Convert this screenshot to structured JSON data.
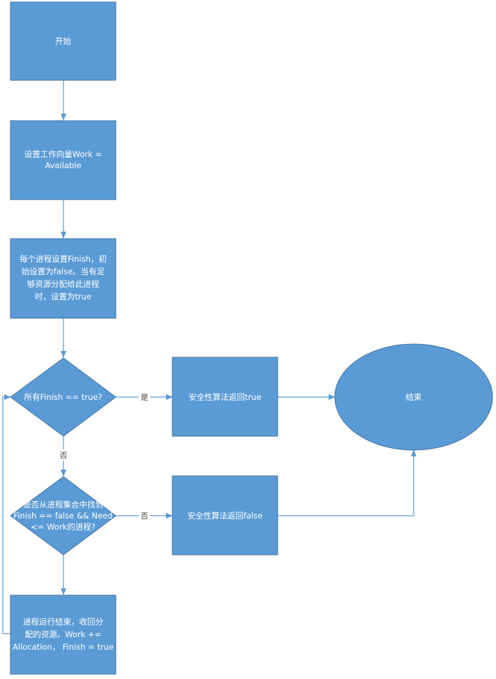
{
  "nodes": {
    "start": {
      "lines": [
        "开始"
      ]
    },
    "set_work": {
      "lines": [
        "设置工作向量Work =",
        "Available"
      ]
    },
    "set_finish": {
      "lines": [
        "每个进程设置Finish，初",
        "始设置为false。当有足",
        "够资源分配给此进程",
        "时，设置为true"
      ]
    },
    "check_all": {
      "lines": [
        "所有Finish == true?"
      ]
    },
    "return_true": {
      "lines": [
        "安全性算法返回true"
      ]
    },
    "end": {
      "lines": [
        "结束"
      ]
    },
    "find_process": {
      "lines": [
        "是否从进程集合中找到",
        "Finish == false && Need",
        "<= Work的进程?"
      ]
    },
    "return_false": {
      "lines": [
        "安全性算法返回false"
      ]
    },
    "reclaim": {
      "lines": [
        "进程运行结束，收回分",
        "配的资源。Work +=",
        "Allocation，  Finish = true"
      ]
    }
  },
  "edge_labels": {
    "yes": "是",
    "no_down": "否",
    "no_right": "否"
  },
  "colors": {
    "node_fill": "#5b9bd5",
    "node_stroke": "#41719c",
    "connector": "#5b9bd5",
    "node_text": "#ffffff",
    "edge_text": "#404040"
  }
}
